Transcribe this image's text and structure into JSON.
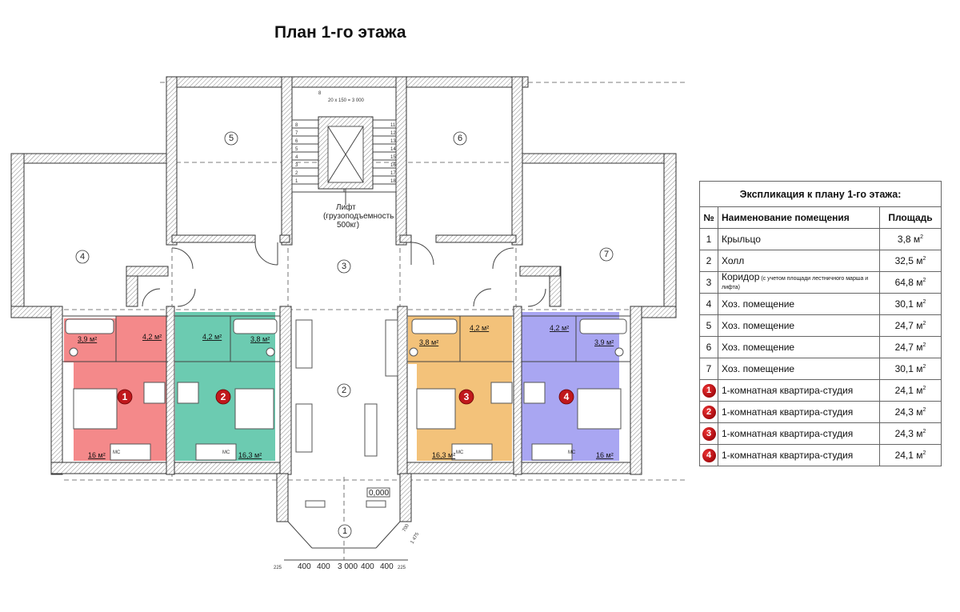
{
  "title": "План 1-го этажа",
  "plan": {
    "room_numbers": [
      "1",
      "2",
      "3",
      "4",
      "5",
      "6",
      "7"
    ],
    "lift_label": [
      "Лифт",
      "(грузоподъемность",
      "500кг)"
    ],
    "stair_note": "20 x 150 = 3 000",
    "stair_top": "8",
    "stair_left": [
      "8",
      "7",
      "6",
      "5",
      "4",
      "3",
      "2",
      "1"
    ],
    "stair_right": [
      "11",
      "12",
      "13",
      "14",
      "15",
      "16",
      "17",
      "18"
    ],
    "flat_markers": [
      "1",
      "2",
      "3",
      "4"
    ],
    "areas": {
      "f1_wc": "3,9 м²",
      "f1_bath": "4,2 м²",
      "f1_main": "16 м²",
      "f2_bath": "4,2 м²",
      "f2_wc": "3,8 м²",
      "f2_main": "16,3 м²",
      "f3_wc": "3,8 м²",
      "f3_bath": "4,2 м²",
      "f3_main": "16,3 м²",
      "f4_bath": "4,2 м²",
      "f4_wc": "3,9 м²",
      "f4_main": "16 м²"
    },
    "level_mark": "0,000",
    "dims": [
      "400",
      "400",
      "3 000",
      "400",
      "400"
    ],
    "dims_side": [
      "700",
      "1 475"
    ],
    "dims_edge": [
      "225",
      "225"
    ],
    "stove_label": "МС",
    "colors": {
      "flat1": "#f4898a",
      "flat2": "#6ccbb1",
      "flat3": "#f3c27a",
      "flat4": "#a9a6f2"
    }
  },
  "legend": {
    "caption": "Экспликация к плану 1-го этажа:",
    "headers": {
      "no": "№",
      "name": "Наименование помещения",
      "area": "Площадь"
    },
    "rows": [
      {
        "no": "1",
        "name": "Крыльцо",
        "note": "",
        "area": "3,8 м",
        "marker": false
      },
      {
        "no": "2",
        "name": "Холл",
        "note": "",
        "area": "32,5 м",
        "marker": false
      },
      {
        "no": "3",
        "name": "Коридор",
        "note": "(с учетом площади лестничного марша и лифта)",
        "area": "64,8 м",
        "marker": false
      },
      {
        "no": "4",
        "name": "Хоз. помещение",
        "note": "",
        "area": "30,1 м",
        "marker": false
      },
      {
        "no": "5",
        "name": "Хоз. помещение",
        "note": "",
        "area": "24,7 м",
        "marker": false
      },
      {
        "no": "6",
        "name": "Хоз. помещение",
        "note": "",
        "area": "24,7 м",
        "marker": false
      },
      {
        "no": "7",
        "name": "Хоз. помещение",
        "note": "",
        "area": "30,1 м",
        "marker": false
      },
      {
        "no": "1",
        "name": "1-комнатная квартира-студия",
        "note": "",
        "area": "24,1 м",
        "marker": true
      },
      {
        "no": "2",
        "name": "1-комнатная квартира-студия",
        "note": "",
        "area": "24,3 м",
        "marker": true
      },
      {
        "no": "3",
        "name": "1-комнатная квартира-студия",
        "note": "",
        "area": "24,3 м",
        "marker": true
      },
      {
        "no": "4",
        "name": "1-комнатная квартира-студия",
        "note": "",
        "area": "24,1 м",
        "marker": true
      }
    ],
    "area_unit_sup": "2"
  }
}
